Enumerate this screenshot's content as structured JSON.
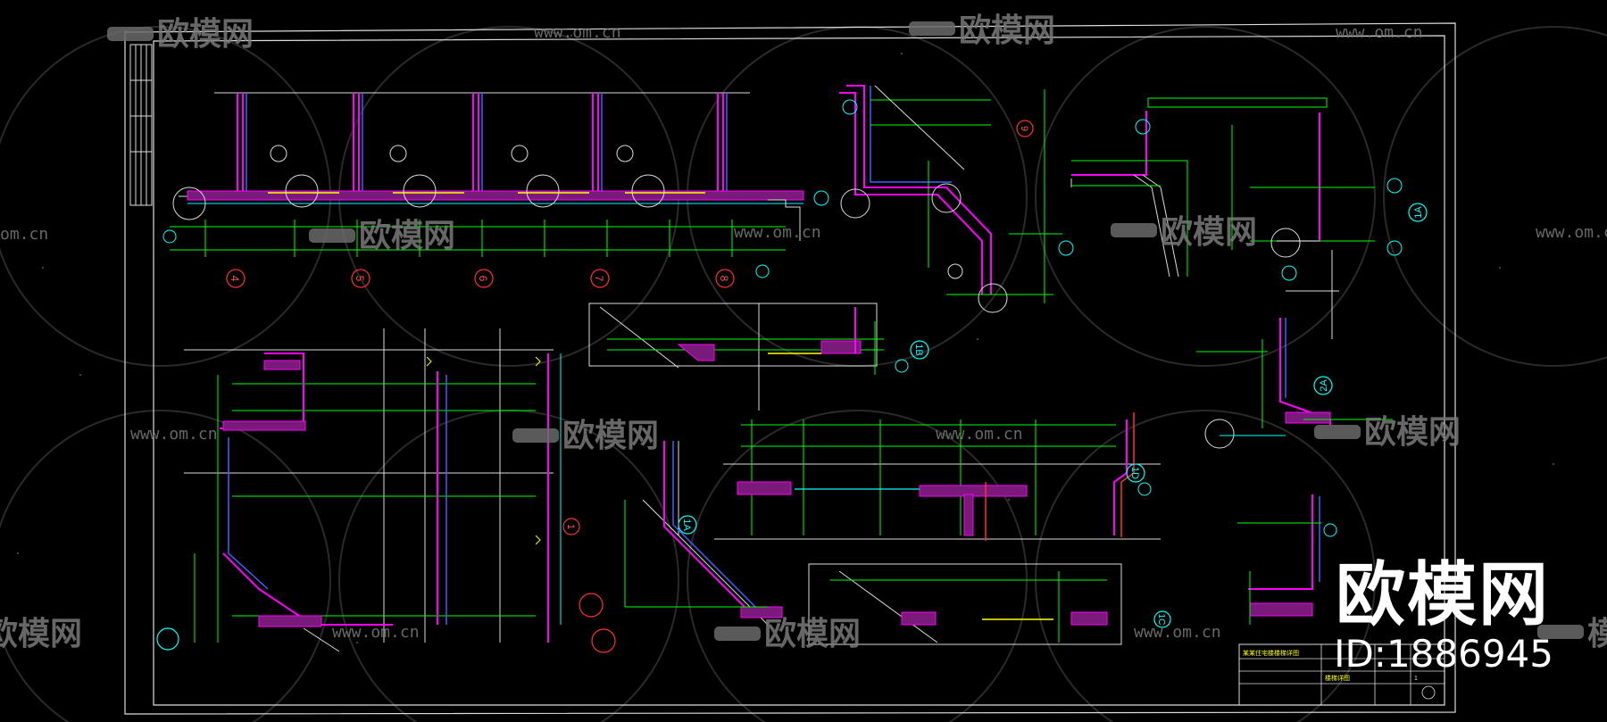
{
  "watermark": {
    "brand": "欧模网",
    "url": "www.om.cn",
    "url_short": "om.cn",
    "brand_partial": "模网",
    "brand_left": "欧模网"
  },
  "brand_overlay": {
    "title": "欧模网",
    "id": "ID:1886945"
  },
  "detail_markers": [
    "4",
    "5",
    "6",
    "7",
    "8"
  ],
  "section_labels": {
    "s1B": "1B",
    "s9": "9",
    "s1A_a": "1A",
    "s2A": "2A",
    "s1D": "1D",
    "s1": "1",
    "s1A_b": "1A",
    "s1C": "1C"
  },
  "title_block": {
    "project": "某某住宅楼楼梯详图",
    "drawing": "楼梯详图",
    "sheet": "1"
  },
  "colors": {
    "frame": "#ffffff",
    "dimension": "#00ff00",
    "wall": "#ff00ff",
    "hatch": "#c000c0",
    "cyan": "#00ffff",
    "yellow": "#ffff00",
    "red": "#ff3030",
    "blue": "#4060ff",
    "watermark": "#8a8a8a"
  }
}
